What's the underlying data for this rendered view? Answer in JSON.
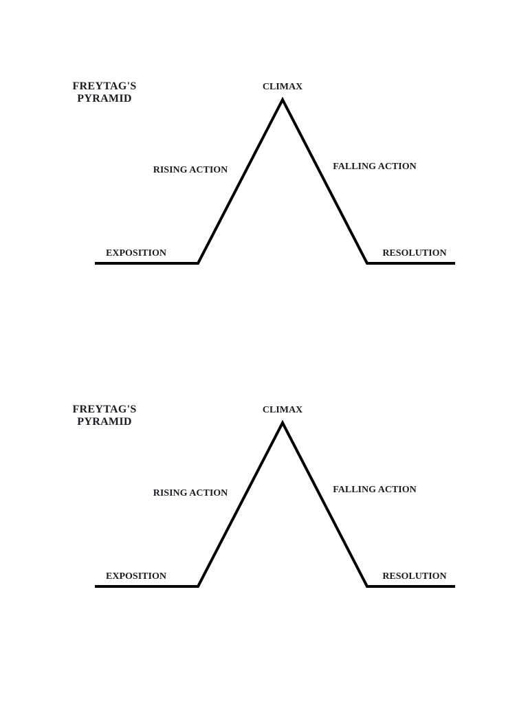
{
  "page": {
    "background_color": "#ffffff",
    "text_color": "#1b1b20",
    "line_color": "#000000",
    "copies_of_diagram": 2
  },
  "diagram": {
    "title_line1": "FREYTAG'S",
    "title_line2": "PYRAMID",
    "labels": {
      "climax": "CLIMAX",
      "rising_action": "RISING ACTION",
      "falling_action": "FALLING ACTION",
      "exposition": "EXPOSITION",
      "resolution": "RESOLUTION"
    }
  }
}
